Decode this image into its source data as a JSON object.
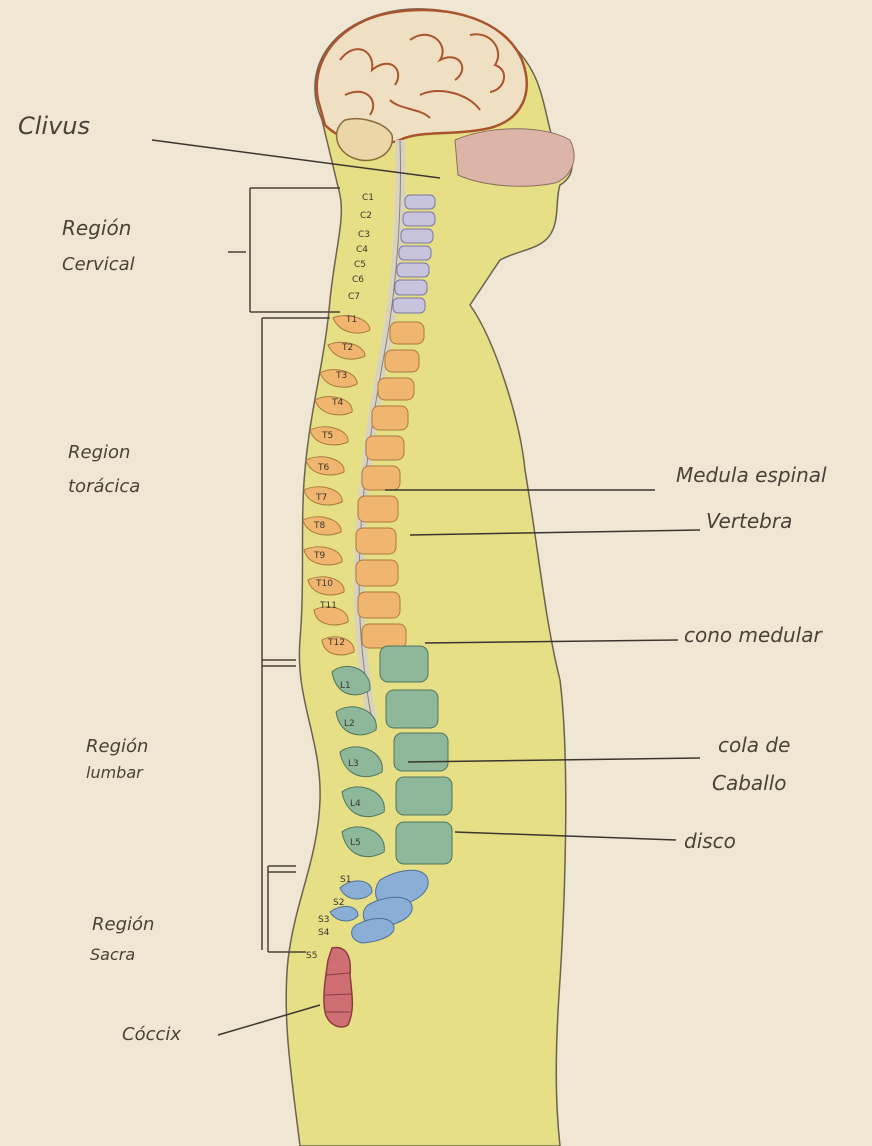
{
  "labels": {
    "clivus": "Clivus",
    "region_cervical": [
      "Región",
      "Cervical"
    ],
    "region_toracica": [
      "Region",
      "torácica"
    ],
    "region_lumbar": [
      "Región",
      "lumbar"
    ],
    "region_sacra": [
      "Región",
      "Sacra"
    ],
    "coccix": "Cóccix",
    "medula": "Medula espinal",
    "vertebra": "Vertebra",
    "cono": "cono medular",
    "cola": [
      "cola de",
      "Caballo"
    ],
    "disco": "disco"
  },
  "vertebrae": {
    "cervical": [
      "C1",
      "C2",
      "C3",
      "C4",
      "C5",
      "C6",
      "C7"
    ],
    "thoracic": [
      "T1",
      "T2",
      "T3",
      "T4",
      "T5",
      "T6",
      "T7",
      "T8",
      "T9",
      "T10",
      "T11",
      "T12"
    ],
    "lumbar": [
      "L1",
      "L2",
      "L3",
      "L4",
      "L5"
    ],
    "sacral": [
      "S1",
      "S2",
      "S3",
      "S4",
      "S5"
    ]
  },
  "colors": {
    "paper": "#efe7d3",
    "body_fill": "#e6df86",
    "cervical": "#c9c4de",
    "thoracic": "#f0b66f",
    "lumbar": "#8fb89a",
    "sacral": "#8aaed6",
    "coccyx": "#cf6f74",
    "brain": "#a9542c",
    "ink": "#4a4238"
  }
}
